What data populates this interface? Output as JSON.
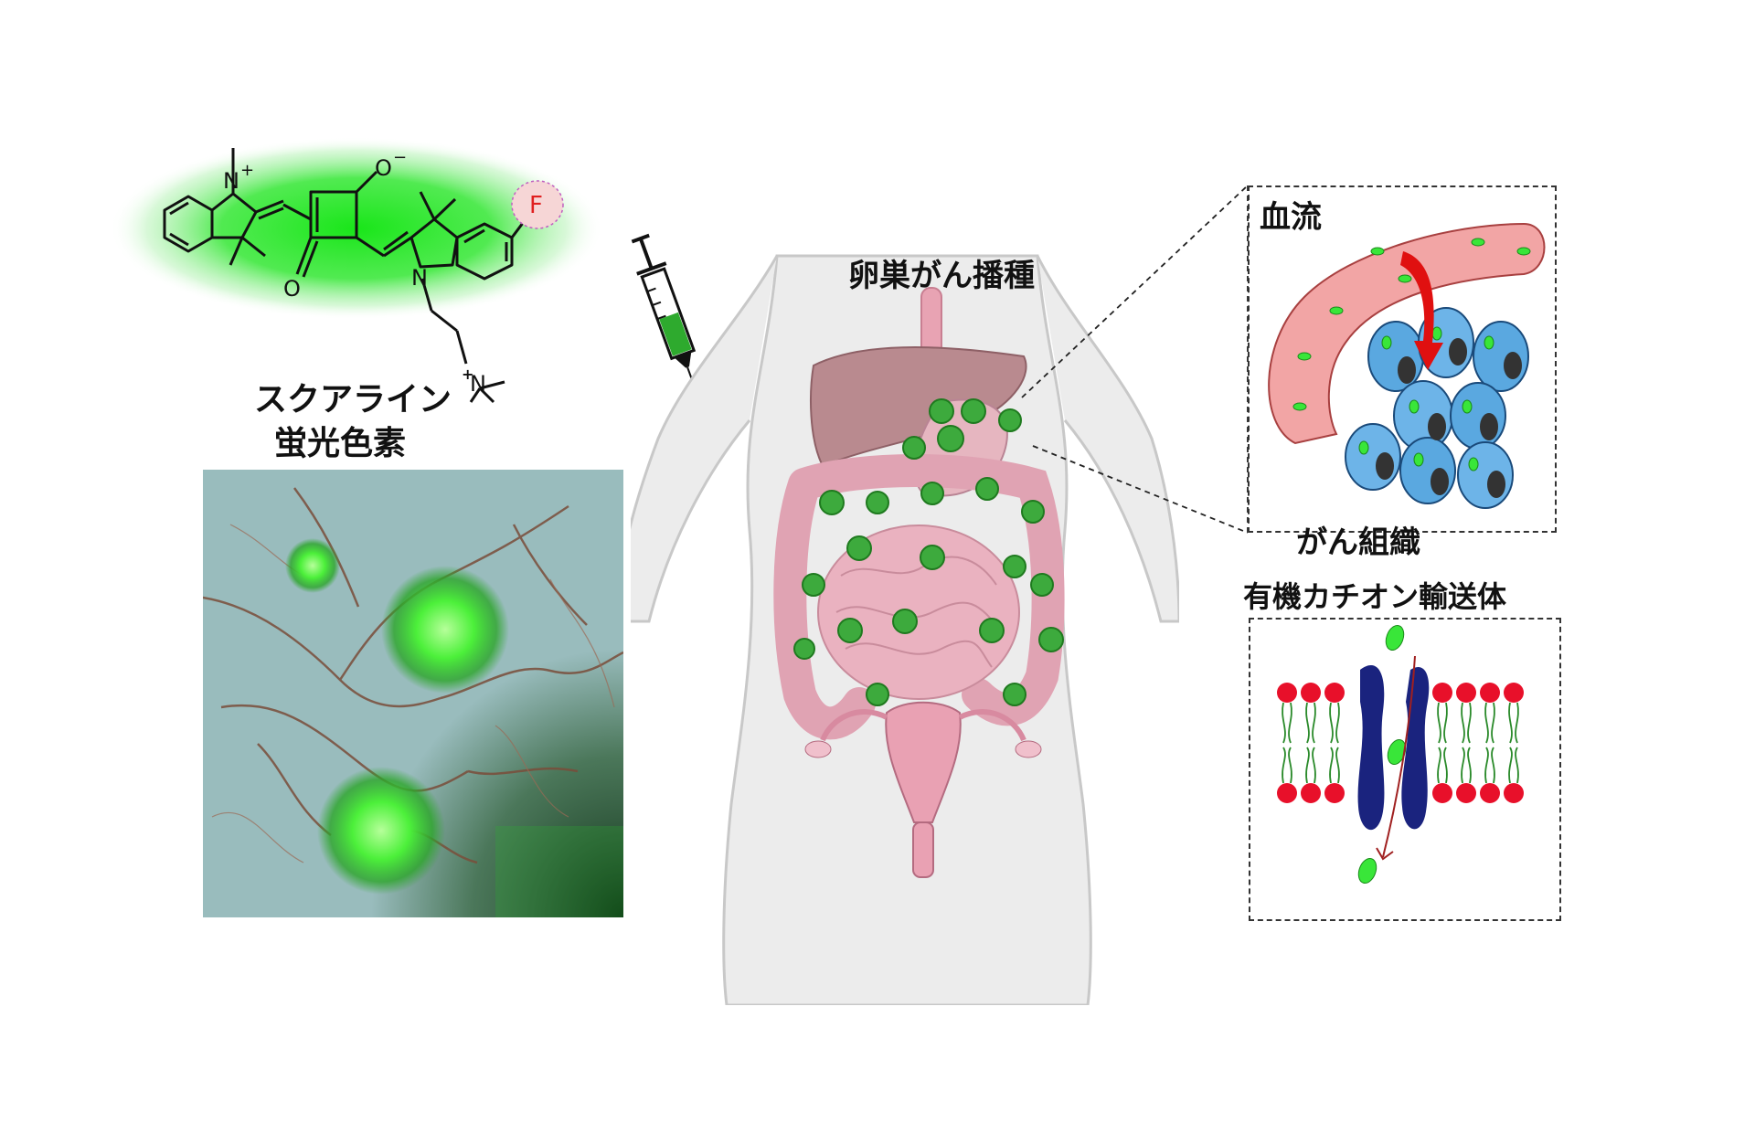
{
  "figure": {
    "dye": {
      "name_line1": "スクアライン",
      "name_line2": "蛍光色素",
      "atoms": {
        "n_plus": "N",
        "plus": "+",
        "o_minus": "O",
        "minus": "−",
        "o": "O",
        "n": "N",
        "n2_plus": "+",
        "n2": "N",
        "fluorine": "F"
      }
    },
    "body_label": "卵巣がん播種",
    "blood_label": "血流",
    "tissue_label": "がん組織",
    "transporter_label": "有機カチオン輸送体",
    "colors": {
      "fluor_green": "#39e639",
      "blood_pink": "#f2a5a5",
      "cell_blue": "#5aa8e0",
      "transporter_navy": "#1a237e",
      "lipid_red": "#e8102a",
      "arrow_red": "#e01010",
      "fluorine_red": "#e02020"
    }
  }
}
